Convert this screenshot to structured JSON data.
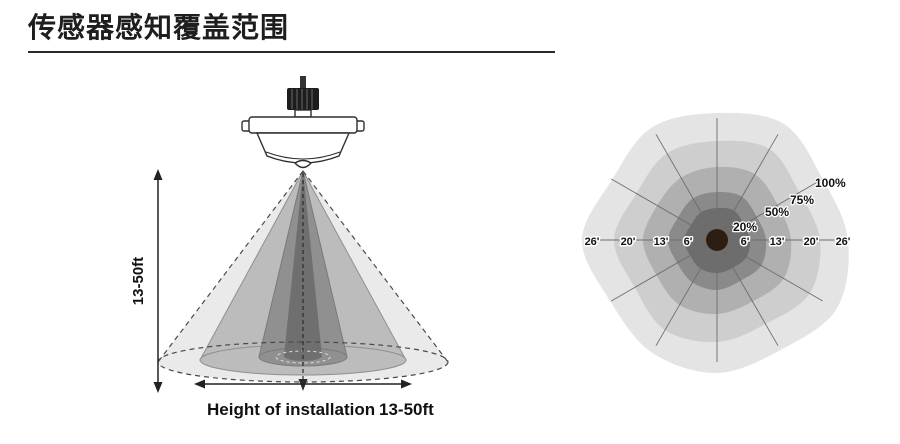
{
  "title": "传感器感知覆盖范围",
  "cone_figure": {
    "height_range_label": "13-50ft",
    "caption": "Height of installation",
    "caption_value": "13-50ft",
    "levels": [
      "#eaeaea",
      "#bcbcbc",
      "#909090",
      "#6f6f6f"
    ]
  },
  "coverage_figure": {
    "rings": [
      {
        "label": "100%",
        "color": "#e4e4e4"
      },
      {
        "label": "75%",
        "color": "#cecece"
      },
      {
        "label": "50%",
        "color": "#b0b0b0"
      },
      {
        "label": "20%",
        "color": "#8a8a8a"
      }
    ],
    "core_color": "#6d6d6d",
    "center_dot_color": "#2e1e12",
    "distance_labels_left": [
      "26'",
      "20'",
      "13'",
      "6'"
    ],
    "distance_labels_right": [
      "6'",
      "13'",
      "20'",
      "26'"
    ]
  }
}
